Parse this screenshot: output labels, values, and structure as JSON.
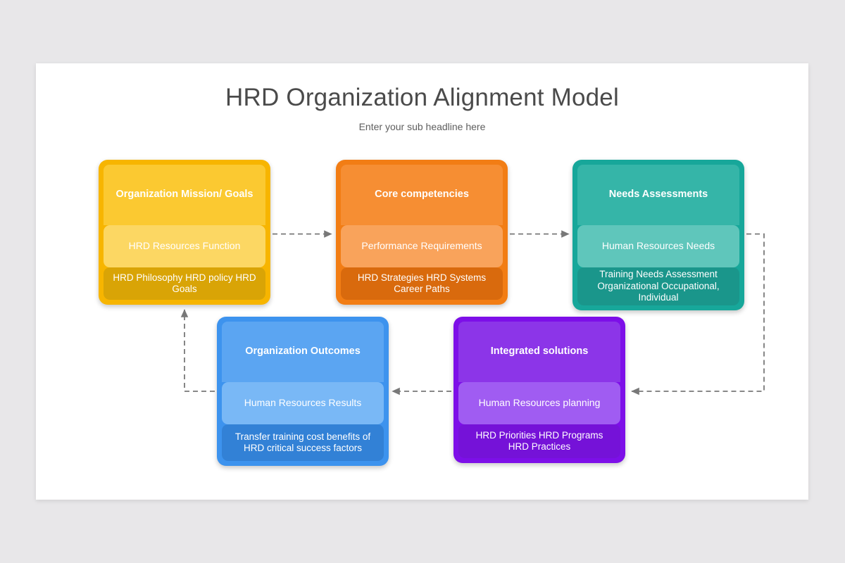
{
  "slide": {
    "title": "HRD Organization Alignment Model",
    "subtitle": "Enter your sub headline here"
  },
  "cards": [
    {
      "id": "mission",
      "header": "Organization Mission/ Goals",
      "middle": "HRD Resources Function",
      "bottom": "HRD Philosophy HRD policy HRD Goals",
      "color": "#f7b500"
    },
    {
      "id": "core",
      "header": "Core competencies",
      "middle": "Performance Requirements",
      "bottom": "HRD Strategies HRD Systems Career Paths",
      "color": "#f27d14"
    },
    {
      "id": "needs",
      "header": "Needs Assessments",
      "middle": "Human Resources Needs",
      "bottom": "Training Needs Assessment Organizational Occupational, Individual",
      "color": "#17a79a"
    },
    {
      "id": "outcomes",
      "header": "Organization Outcomes",
      "middle": "Human Resources Results",
      "bottom": "Transfer training cost benefits of HRD critical success factors",
      "color": "#3d93ee"
    },
    {
      "id": "solutions",
      "header": "Integrated solutions",
      "middle": "Human Resources planning",
      "bottom": "HRD Priorities HRD Programs HRD Practices",
      "color": "#7d0fe8"
    }
  ],
  "connectors": {
    "color": "#787878",
    "arrows": [
      {
        "name": "mission-to-core",
        "from": "mission",
        "to": "core"
      },
      {
        "name": "core-to-needs",
        "from": "core",
        "to": "needs"
      },
      {
        "name": "needs-to-solutions",
        "from": "needs",
        "to": "solutions"
      },
      {
        "name": "solutions-to-outcomes",
        "from": "solutions",
        "to": "outcomes"
      },
      {
        "name": "outcomes-to-mission",
        "from": "outcomes",
        "to": "mission"
      }
    ]
  }
}
